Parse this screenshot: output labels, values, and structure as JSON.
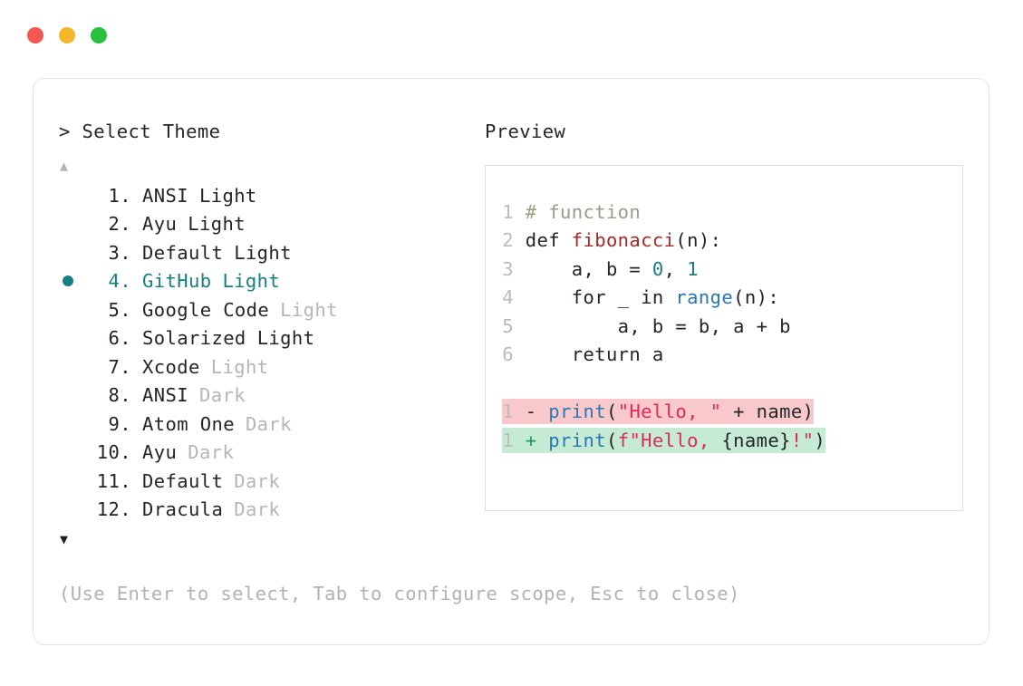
{
  "window": {
    "dots": [
      {
        "name": "close",
        "color": "#f2584f"
      },
      {
        "name": "minimize",
        "color": "#f5b72a"
      },
      {
        "name": "maximize",
        "color": "#27c13e"
      }
    ]
  },
  "colors": {
    "accent_teal": "#14807f",
    "text": "#22252a",
    "dim": "#b4b6ba",
    "border": "#e3e4e8",
    "preview_border": "#dcdde1",
    "diff_removed_bg": "#f9c8cb",
    "diff_added_bg": "#c6ebd4"
  },
  "left_panel": {
    "prompt_symbol": ">",
    "title": "Select Theme",
    "scroll_up_icon": "▲",
    "scroll_down_icon": "▼",
    "selected_index": 4,
    "bullet_glyph": "●",
    "items": [
      {
        "index": "1.",
        "name": "ANSI",
        "suffix": "Light",
        "suffix_dim": false,
        "selected": false
      },
      {
        "index": "2.",
        "name": "Ayu",
        "suffix": "Light",
        "suffix_dim": false,
        "selected": false
      },
      {
        "index": "3.",
        "name": "Default",
        "suffix": "Light",
        "suffix_dim": false,
        "selected": false
      },
      {
        "index": "4.",
        "name": "GitHub",
        "suffix": "Light",
        "suffix_dim": false,
        "selected": true
      },
      {
        "index": "5.",
        "name": "Google Code",
        "suffix": "Light",
        "suffix_dim": true,
        "selected": false
      },
      {
        "index": "6.",
        "name": "Solarized",
        "suffix": "Light",
        "suffix_dim": false,
        "selected": false
      },
      {
        "index": "7.",
        "name": "Xcode",
        "suffix": "Light",
        "suffix_dim": true,
        "selected": false
      },
      {
        "index": "8.",
        "name": "ANSI",
        "suffix": "Dark",
        "suffix_dim": true,
        "selected": false
      },
      {
        "index": "9.",
        "name": "Atom One",
        "suffix": "Dark",
        "suffix_dim": true,
        "selected": false
      },
      {
        "index": "10.",
        "name": "Ayu",
        "suffix": "Dark",
        "suffix_dim": true,
        "selected": false
      },
      {
        "index": "11.",
        "name": "Default",
        "suffix": "Dark",
        "suffix_dim": true,
        "selected": false
      },
      {
        "index": "12.",
        "name": "Dracula",
        "suffix": "Dark",
        "suffix_dim": true,
        "selected": false
      }
    ]
  },
  "right_panel": {
    "title": "Preview",
    "code_lines": [
      {
        "num": "1",
        "tokens": [
          {
            "t": "# function",
            "c": "t-comment"
          }
        ]
      },
      {
        "num": "2",
        "tokens": [
          {
            "t": "def ",
            "c": "t-kw"
          },
          {
            "t": "fibonacci",
            "c": "t-fn"
          },
          {
            "t": "(n):",
            "c": "t-plain"
          }
        ]
      },
      {
        "num": "3",
        "tokens": [
          {
            "t": "    a, b = ",
            "c": "t-plain"
          },
          {
            "t": "0",
            "c": "t-num"
          },
          {
            "t": ", ",
            "c": "t-plain"
          },
          {
            "t": "1",
            "c": "t-num"
          }
        ]
      },
      {
        "num": "4",
        "tokens": [
          {
            "t": "    for _ in ",
            "c": "t-plain"
          },
          {
            "t": "range",
            "c": "t-builtin"
          },
          {
            "t": "(n):",
            "c": "t-plain"
          }
        ]
      },
      {
        "num": "5",
        "tokens": [
          {
            "t": "        a, b = b, a + b",
            "c": "t-plain"
          }
        ]
      },
      {
        "num": "6",
        "tokens": [
          {
            "t": "    return a",
            "c": "t-plain"
          }
        ]
      }
    ],
    "diff_lines": [
      {
        "num": "1",
        "kind": "removed",
        "marker": "-",
        "tokens": [
          {
            "t": "print",
            "c": "t-blue"
          },
          {
            "t": "(",
            "c": "t-plain"
          },
          {
            "t": "\"Hello, \"",
            "c": "t-str"
          },
          {
            "t": " + name)",
            "c": "t-plain"
          }
        ]
      },
      {
        "num": "1",
        "kind": "added",
        "marker": "+",
        "tokens": [
          {
            "t": "print",
            "c": "t-blue"
          },
          {
            "t": "(",
            "c": "t-plain"
          },
          {
            "t": "f\"Hello, ",
            "c": "t-str"
          },
          {
            "t": "{name}",
            "c": "t-plain"
          },
          {
            "t": "!\"",
            "c": "t-str"
          },
          {
            "t": ")",
            "c": "t-plain"
          }
        ]
      }
    ]
  },
  "footer": {
    "hint": "(Use Enter to select, Tab to configure scope, Esc to close)"
  }
}
